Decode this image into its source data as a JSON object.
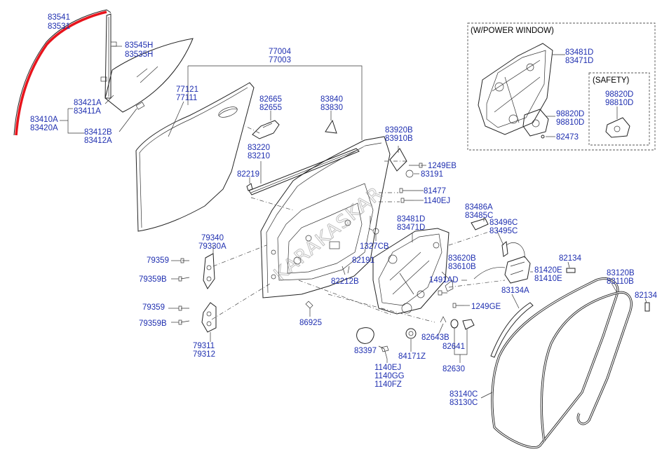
{
  "boxes": {
    "power_window_title": "(W/POWER WINDOW)",
    "safety_title": "(SAFETY)"
  },
  "labels": {
    "p83541": "83541",
    "p83531": "83531",
    "p83545H": "83545H",
    "p83535H": "83535H",
    "p83421A": "83421A",
    "p83411A": "83411A",
    "p83410A": "83410A",
    "p83420A": "83420A",
    "p83412B": "83412B",
    "p83412A": "83412A",
    "p77004": "77004",
    "p77003": "77003",
    "p77121": "77121",
    "p77111": "77111",
    "p82665": "82665",
    "p82655": "82655",
    "p83840": "83840",
    "p83830": "83830",
    "p83220": "83220",
    "p83210": "83210",
    "p82219": "82219",
    "p83920B": "83920B",
    "p83910B": "83910B",
    "p1249EB": "1249EB",
    "p83191": "83191",
    "p81477": "81477",
    "p1140EJ_top": "1140EJ",
    "p1327CB": "1327CB",
    "p83481D_mid": "83481D",
    "p83471D_mid": "83471D",
    "p83486A": "83486A",
    "p83485C": "83485C",
    "p83496C": "83496C",
    "p83495C": "83495C",
    "p79340": "79340",
    "p79330A": "79330A",
    "p79359_a": "79359",
    "p79359B_a": "79359B",
    "p79359_b": "79359",
    "p79359B_b": "79359B",
    "p79311": "79311",
    "p79312": "79312",
    "p82191": "82191",
    "p82212B": "82212B",
    "p86925": "86925",
    "p83620B": "83620B",
    "p83610B": "83610B",
    "p1491AD": "1491AD",
    "p1249GE": "1249GE",
    "p82134_a": "82134",
    "p81420E": "81420E",
    "p81410E": "81410E",
    "p83134A": "83134A",
    "p83120B": "83120B",
    "p83110B": "83110B",
    "p82134_b": "82134",
    "p82643B": "82643B",
    "p82641": "82641",
    "p82630": "82630",
    "p83397": "83397",
    "p84171Z": "84171Z",
    "p1140EJ_bot": "1140EJ",
    "p1140GG": "1140GG",
    "p1140FZ": "1140FZ",
    "p83140C": "83140C",
    "p83130C": "83130C",
    "p83481D_box": "83481D",
    "p83471D_box": "83471D",
    "p98820D_box": "98820D",
    "p98810D_box": "98810D",
    "p82473": "82473",
    "p98820D_safe": "98820D",
    "p98810D_safe": "98810D"
  },
  "watermark": "KARAKASKAR",
  "colors": {
    "label": "#1f2fb0",
    "highlight": "#e8141c",
    "line": "#222222"
  }
}
